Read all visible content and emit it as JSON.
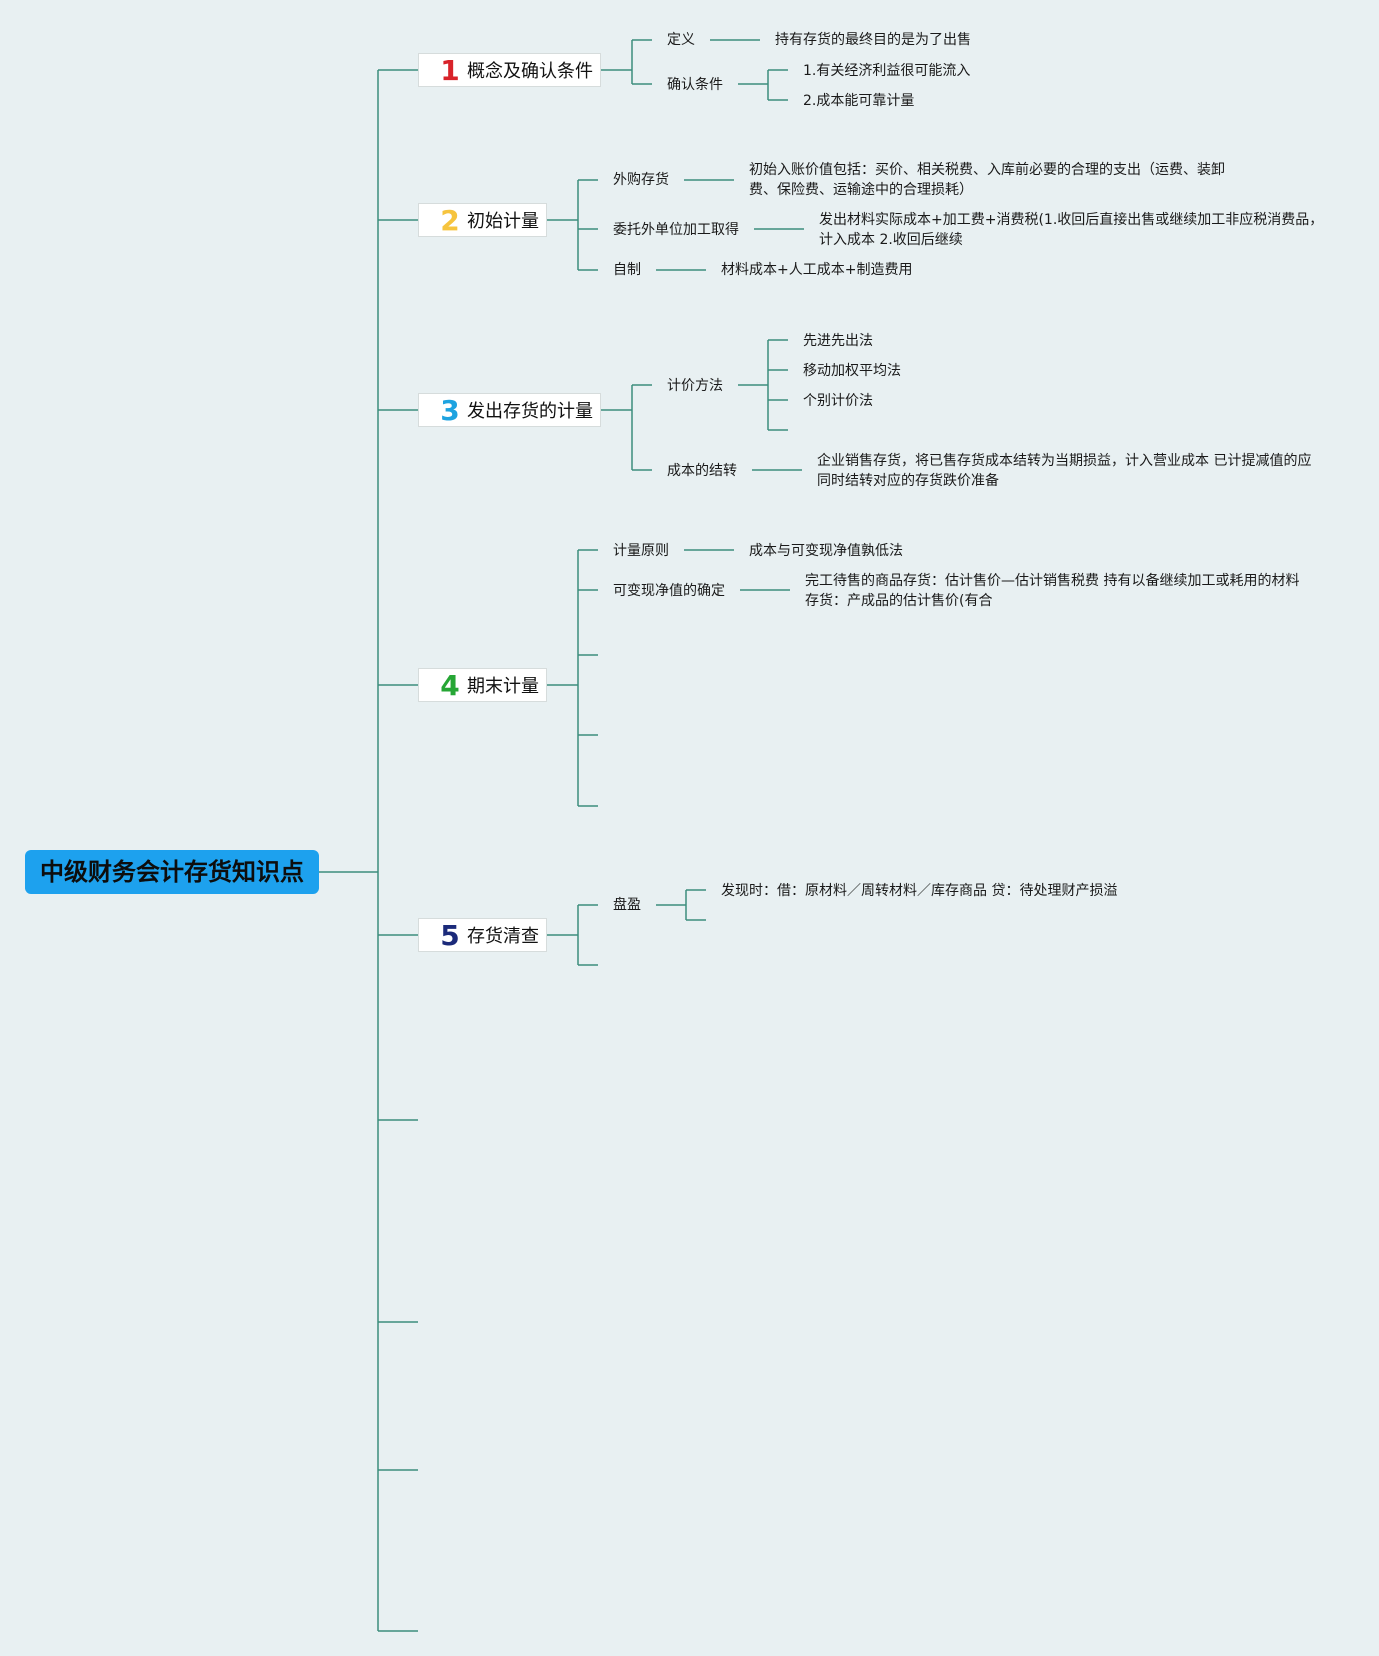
{
  "colors": {
    "background": "#e8f0f2",
    "root": "#1da1ee",
    "line": "#3c8e7c"
  },
  "root": {
    "label": "中级财务会计存货知识点"
  },
  "topics": [
    {
      "num": "1",
      "color": "#d8232a",
      "label": "概念及确认条件"
    },
    {
      "num": "2",
      "color": "#f6c43e",
      "label": "初始计量"
    },
    {
      "num": "3",
      "color": "#1ea3e0",
      "label": "发出存货的计量"
    },
    {
      "num": "4",
      "color": "#26a635",
      "label": "期末计量"
    },
    {
      "num": "5",
      "color": "#1b2a7a",
      "label": "存货清查"
    }
  ],
  "t1": {
    "def": "定义",
    "def_text": "持有存货的最终目的是为了出售",
    "cond": "确认条件",
    "cond_1": "1.有关经济利益很可能流入",
    "cond_2": "2.成本能可靠计量"
  },
  "t2": {
    "purchase": "外购存货",
    "purchase_l1": "初始入账价值包括：买价、相关税费、入库前必要的合理的支出（运费、装卸",
    "purchase_l2": "费、保险费、运输途中的合理损耗）",
    "outsource": "委托外单位加工取得",
    "outsource_l1": "发出材料实际成本+加工费+消费税(1.收回后直接出售或继续加工非应税消费品，",
    "outsource_l2": "计入成本 2.收回后继续",
    "self": "自制",
    "self_text": "材料成本+人工成本+制造费用"
  },
  "t3": {
    "method": "计价方法",
    "m1": "先进先出法",
    "m2": "移动加权平均法",
    "m3": "个别计价法",
    "carry": "成本的结转",
    "carry_l1": "企业销售存货，将已售存货成本结转为当期损益，计入营业成本 已计提减值的应",
    "carry_l2": "同时结转对应的存货跌价准备"
  },
  "t4": {
    "principle": "计量原则",
    "principle_text": "成本与可变现净值孰低法",
    "nrv": "可变现净值的确定",
    "nrv_l1": "完工待售的商品存货：估计售价—估计销售税费 持有以备继续加工或耗用的材料",
    "nrv_l2": "存货：产成品的估计售价(有合"
  },
  "t5": {
    "surplus": "盘盈",
    "surplus_text": "发现时：借：原材料／周转材料／库存商品 贷：待处理财产损溢"
  }
}
